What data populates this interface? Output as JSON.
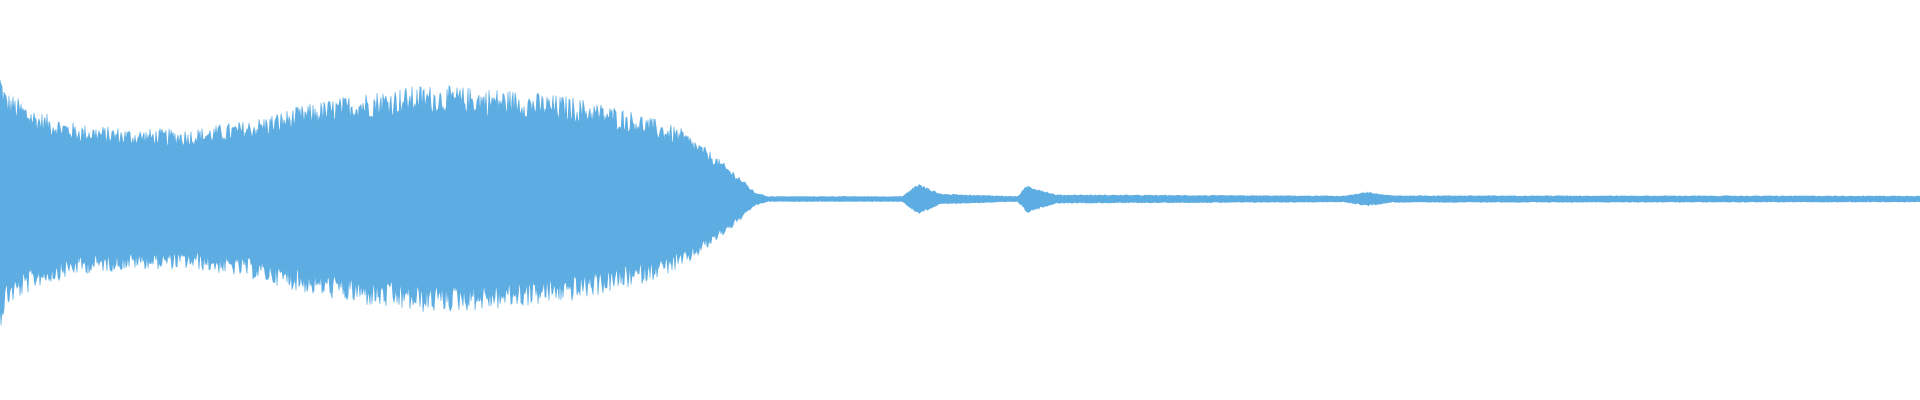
{
  "waveform": {
    "color": "#5dade2",
    "background": "#ffffff",
    "envelope": [
      {
        "t": 0.0,
        "a": 0.74
      },
      {
        "t": 0.003,
        "a": 0.62
      },
      {
        "t": 0.02,
        "a": 0.5
      },
      {
        "t": 0.04,
        "a": 0.43
      },
      {
        "t": 0.07,
        "a": 0.4
      },
      {
        "t": 0.1,
        "a": 0.4
      },
      {
        "t": 0.13,
        "a": 0.45
      },
      {
        "t": 0.16,
        "a": 0.54
      },
      {
        "t": 0.19,
        "a": 0.61
      },
      {
        "t": 0.22,
        "a": 0.65
      },
      {
        "t": 0.26,
        "a": 0.63
      },
      {
        "t": 0.3,
        "a": 0.58
      },
      {
        "t": 0.33,
        "a": 0.5
      },
      {
        "t": 0.355,
        "a": 0.4
      },
      {
        "t": 0.37,
        "a": 0.27
      },
      {
        "t": 0.385,
        "a": 0.13
      },
      {
        "t": 0.393,
        "a": 0.04
      },
      {
        "t": 0.4,
        "a": 0.015
      },
      {
        "t": 0.47,
        "a": 0.015
      },
      {
        "t": 0.478,
        "a": 0.09
      },
      {
        "t": 0.49,
        "a": 0.03
      },
      {
        "t": 0.53,
        "a": 0.015
      },
      {
        "t": 0.535,
        "a": 0.08
      },
      {
        "t": 0.55,
        "a": 0.025
      },
      {
        "t": 0.7,
        "a": 0.018
      },
      {
        "t": 0.712,
        "a": 0.04
      },
      {
        "t": 0.725,
        "a": 0.02
      },
      {
        "t": 1.0,
        "a": 0.018
      }
    ]
  }
}
